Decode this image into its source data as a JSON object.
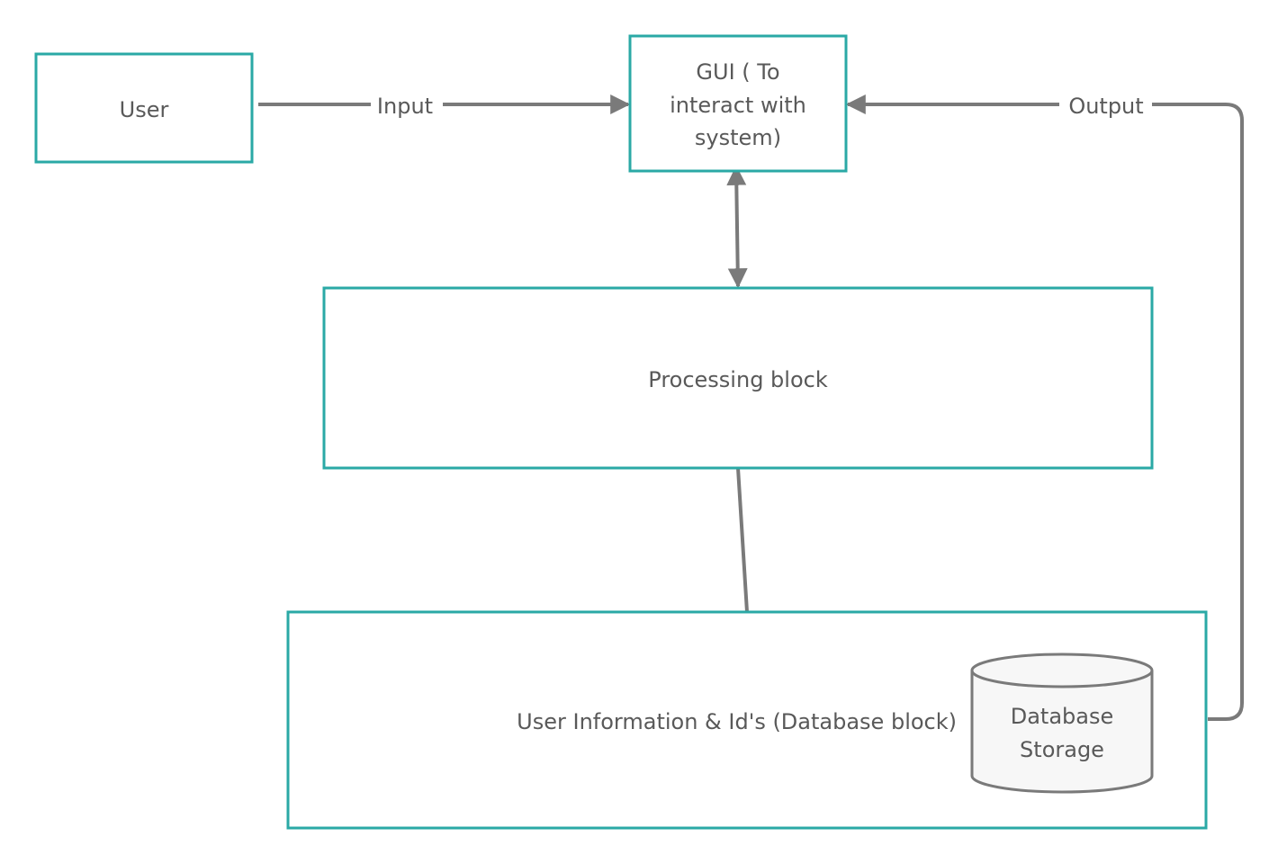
{
  "colors": {
    "box_border": "#2aa9a6",
    "connector": "#7a7a7a",
    "text": "#595959",
    "cylinder_fill": "#f7f7f7"
  },
  "nodes": {
    "user": {
      "label": "User"
    },
    "gui": {
      "label_lines": [
        "GUI ( To",
        "interact with",
        "system)"
      ]
    },
    "processing": {
      "label": "Processing block"
    },
    "database_block": {
      "label": "User Information & Id's (Database block)"
    },
    "database_storage": {
      "label_lines": [
        "Database",
        "Storage"
      ]
    }
  },
  "edges": {
    "input": {
      "label": "Input"
    },
    "output": {
      "label": "Output"
    }
  }
}
